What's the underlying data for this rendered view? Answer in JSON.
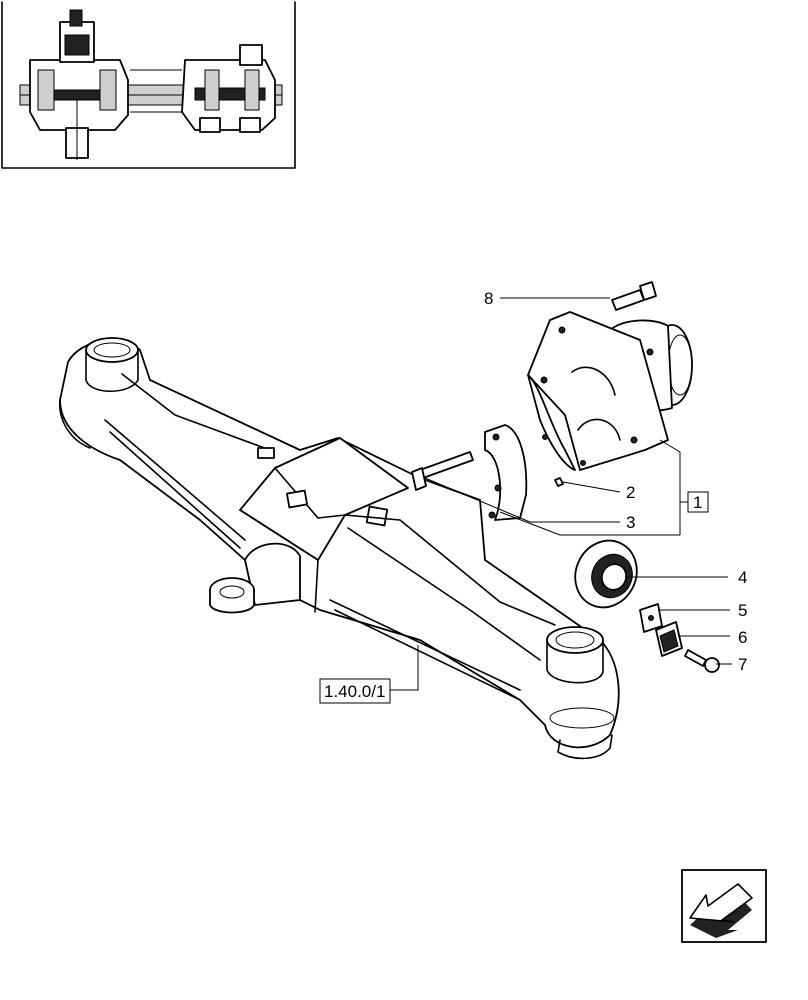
{
  "callouts": {
    "c8": "8",
    "c2": "2",
    "c3": "3",
    "c4": "4",
    "c5": "5",
    "c6": "6",
    "c7": "7",
    "group": "1",
    "ref": "1.40.0/1"
  },
  "colors": {
    "ink": "#000000",
    "paper": "#ffffff",
    "shade": "#cfcfcf"
  },
  "icons": {
    "nav": "arrow-down-left-icon",
    "thumb": "axle-assembly-thumbnail"
  }
}
